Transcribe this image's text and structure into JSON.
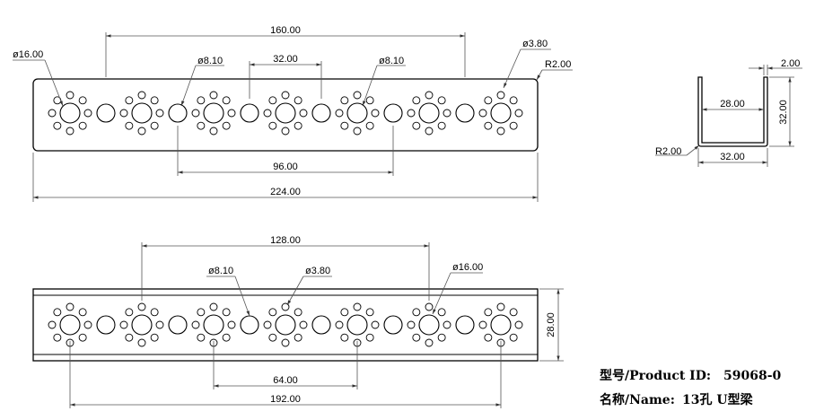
{
  "top_view": {
    "dims": {
      "d160": "160.00",
      "d32": "32.00",
      "d96": "96.00",
      "d224": "224.00",
      "phi16": "ø16.00",
      "phi8a": "ø8.10",
      "phi8b": "ø8.10",
      "phi38": "ø3.80",
      "r2": "R2.00"
    }
  },
  "side_view": {
    "dims": {
      "t2": "2.00",
      "inner28": "28.00",
      "h32": "32.00",
      "w32": "32.00",
      "r2": "R2.00"
    }
  },
  "bottom_view": {
    "dims": {
      "d128": "128.00",
      "phi8": "ø8.10",
      "phi38": "ø3.80",
      "phi16": "ø16.00",
      "h28": "28.00",
      "d64": "64.00",
      "d192": "192.00"
    }
  },
  "info": {
    "product_id_label": "型号/Product ID:",
    "product_id": "59068-0",
    "name_label": "名称/Name:",
    "name": "13孔 U型梁"
  }
}
